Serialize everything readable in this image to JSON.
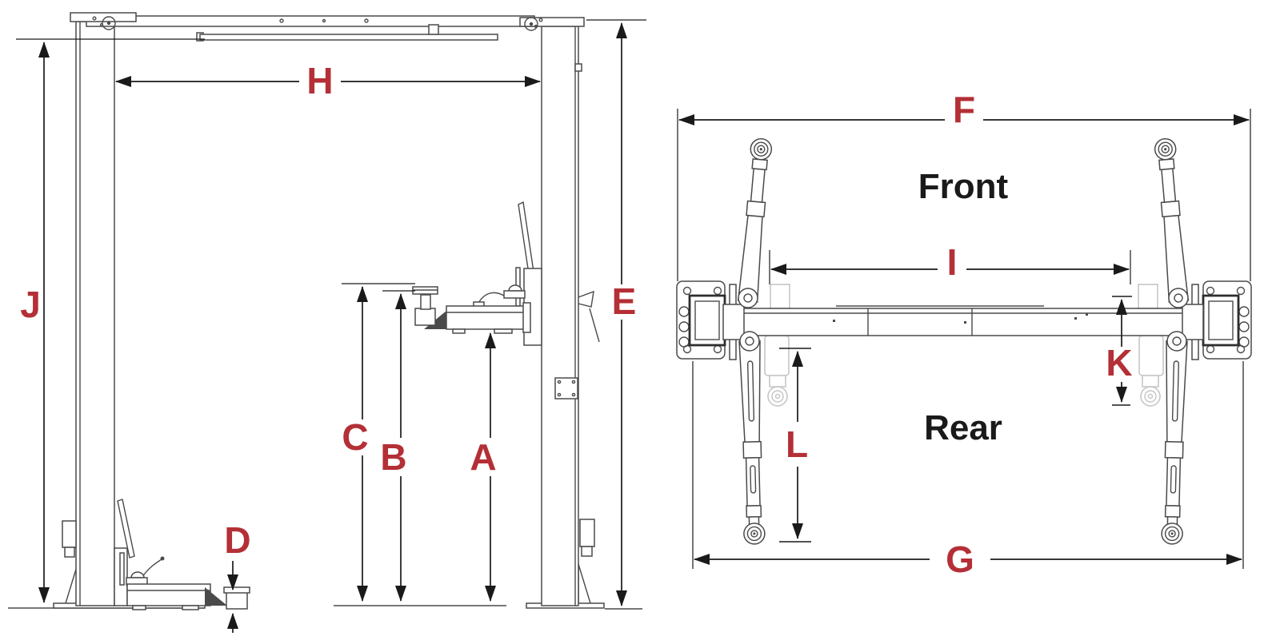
{
  "colors": {
    "background": "#ffffff",
    "dimension_label": "#b42f36",
    "view_label": "#1a1a1a",
    "dimension_line": "#1a1a1a",
    "structure_line": "#4a4a4a",
    "ghost_line": "#c6c6c6"
  },
  "side_view": {
    "dim_labels": {
      "A": "A",
      "B": "B",
      "C": "C",
      "D": "D",
      "E": "E",
      "H": "H",
      "J": "J"
    }
  },
  "top_view": {
    "dim_labels": {
      "F": "F",
      "G": "G",
      "I": "I",
      "K": "K",
      "L": "L"
    },
    "front_label": "Front",
    "rear_label": "Rear"
  }
}
